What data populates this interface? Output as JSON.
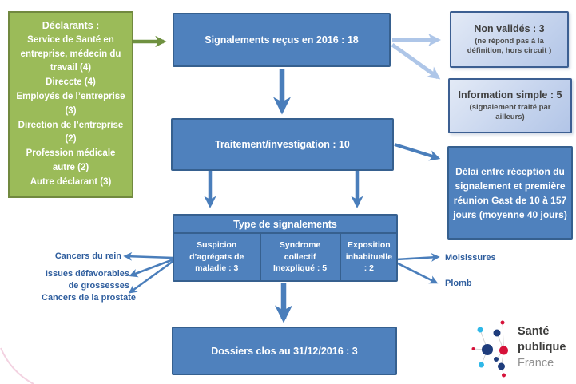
{
  "colors": {
    "box_blue": "#4f81bd",
    "box_blue_border": "#36608f",
    "box_green": "#9bbb59",
    "box_green_border": "#71893f",
    "light_blue_box_top": "#e3eaf6",
    "light_blue_box_bottom": "#b2c5e7",
    "arrow_blue": "#4a7ebb",
    "arrow_light_blue": "#aec6e8",
    "arrow_green": "#6f9140",
    "side_label_blue": "#2f5e9e",
    "logo_navy": "#1f3d7c",
    "logo_cyan": "#2fb8e8",
    "logo_pink": "#d6123a"
  },
  "declarants": {
    "title": "Déclarants :",
    "items": [
      "Service de Santé en entreprise, médecin du travail (4)",
      "Direccte (4)",
      "Employés de l’entreprise (3)",
      "Direction de l’entreprise (2)",
      "Profession médicale autre (2)",
      "Autre déclarant (3)"
    ]
  },
  "flow": {
    "received": "Signalements reçus en 2016 : 18",
    "treatment": "Traitement/investigation : 10",
    "closed": "Dossiers clos au 31/12/2016 : 3"
  },
  "side_boxes": {
    "non_valides": {
      "title": "Non validés : 3",
      "subtitle": "(ne répond pas à la définition, hors circuit )"
    },
    "information_simple": {
      "title": "Information simple : 5",
      "subtitle": "(signalement traité par ailleurs)"
    },
    "delai": {
      "text": "Délai entre réception du signalement et première réunion Gast de 10 à 157 jours (moyenne 40 jours)"
    }
  },
  "types": {
    "header": "Type de signalements",
    "cells": [
      "Suspicion d’agrégats de maladie : 3",
      "Syndrome collectif Inexpliqué : 5",
      "Exposition inhabituelle : 2"
    ]
  },
  "left_labels": [
    "Cancers du rein",
    "Issues défavorables de grossesses",
    "Cancers de la prostate"
  ],
  "right_labels": [
    "Moisissures",
    "Plomb"
  ],
  "logo": {
    "line1": "Santé",
    "line2": "publique",
    "line3": "France"
  }
}
